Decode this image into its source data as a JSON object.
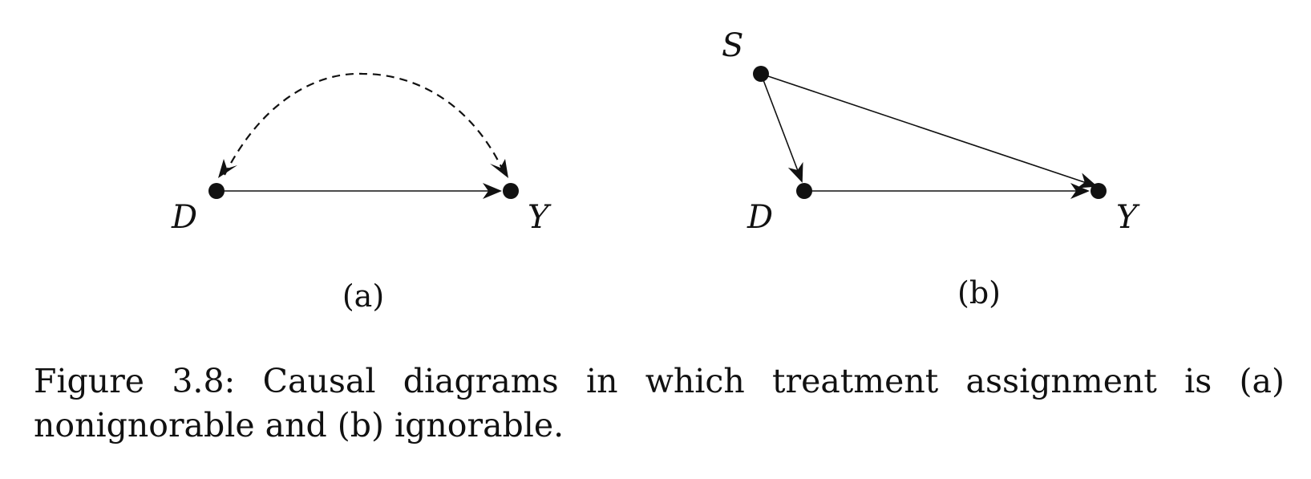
{
  "panel_a": {
    "nodes": {
      "D": "D",
      "Y": "Y"
    },
    "edges": [
      {
        "from": "D",
        "to": "Y",
        "style": "solid"
      },
      {
        "from": "D",
        "to": "Y",
        "style": "dashed",
        "bidirected": true
      }
    ],
    "label": "(a)"
  },
  "panel_b": {
    "nodes": {
      "S": "S",
      "D": "D",
      "Y": "Y"
    },
    "edges": [
      {
        "from": "S",
        "to": "D",
        "style": "solid"
      },
      {
        "from": "S",
        "to": "Y",
        "style": "solid"
      },
      {
        "from": "D",
        "to": "Y",
        "style": "solid"
      }
    ],
    "label": "(b)"
  },
  "caption": {
    "figure_number": "Figure 3.8:",
    "text": "Causal diagrams in which treatment assignment is (a) nonignorable and (b) ignorable."
  },
  "colors": {
    "ink": "#111111",
    "background": "#ffffff"
  }
}
